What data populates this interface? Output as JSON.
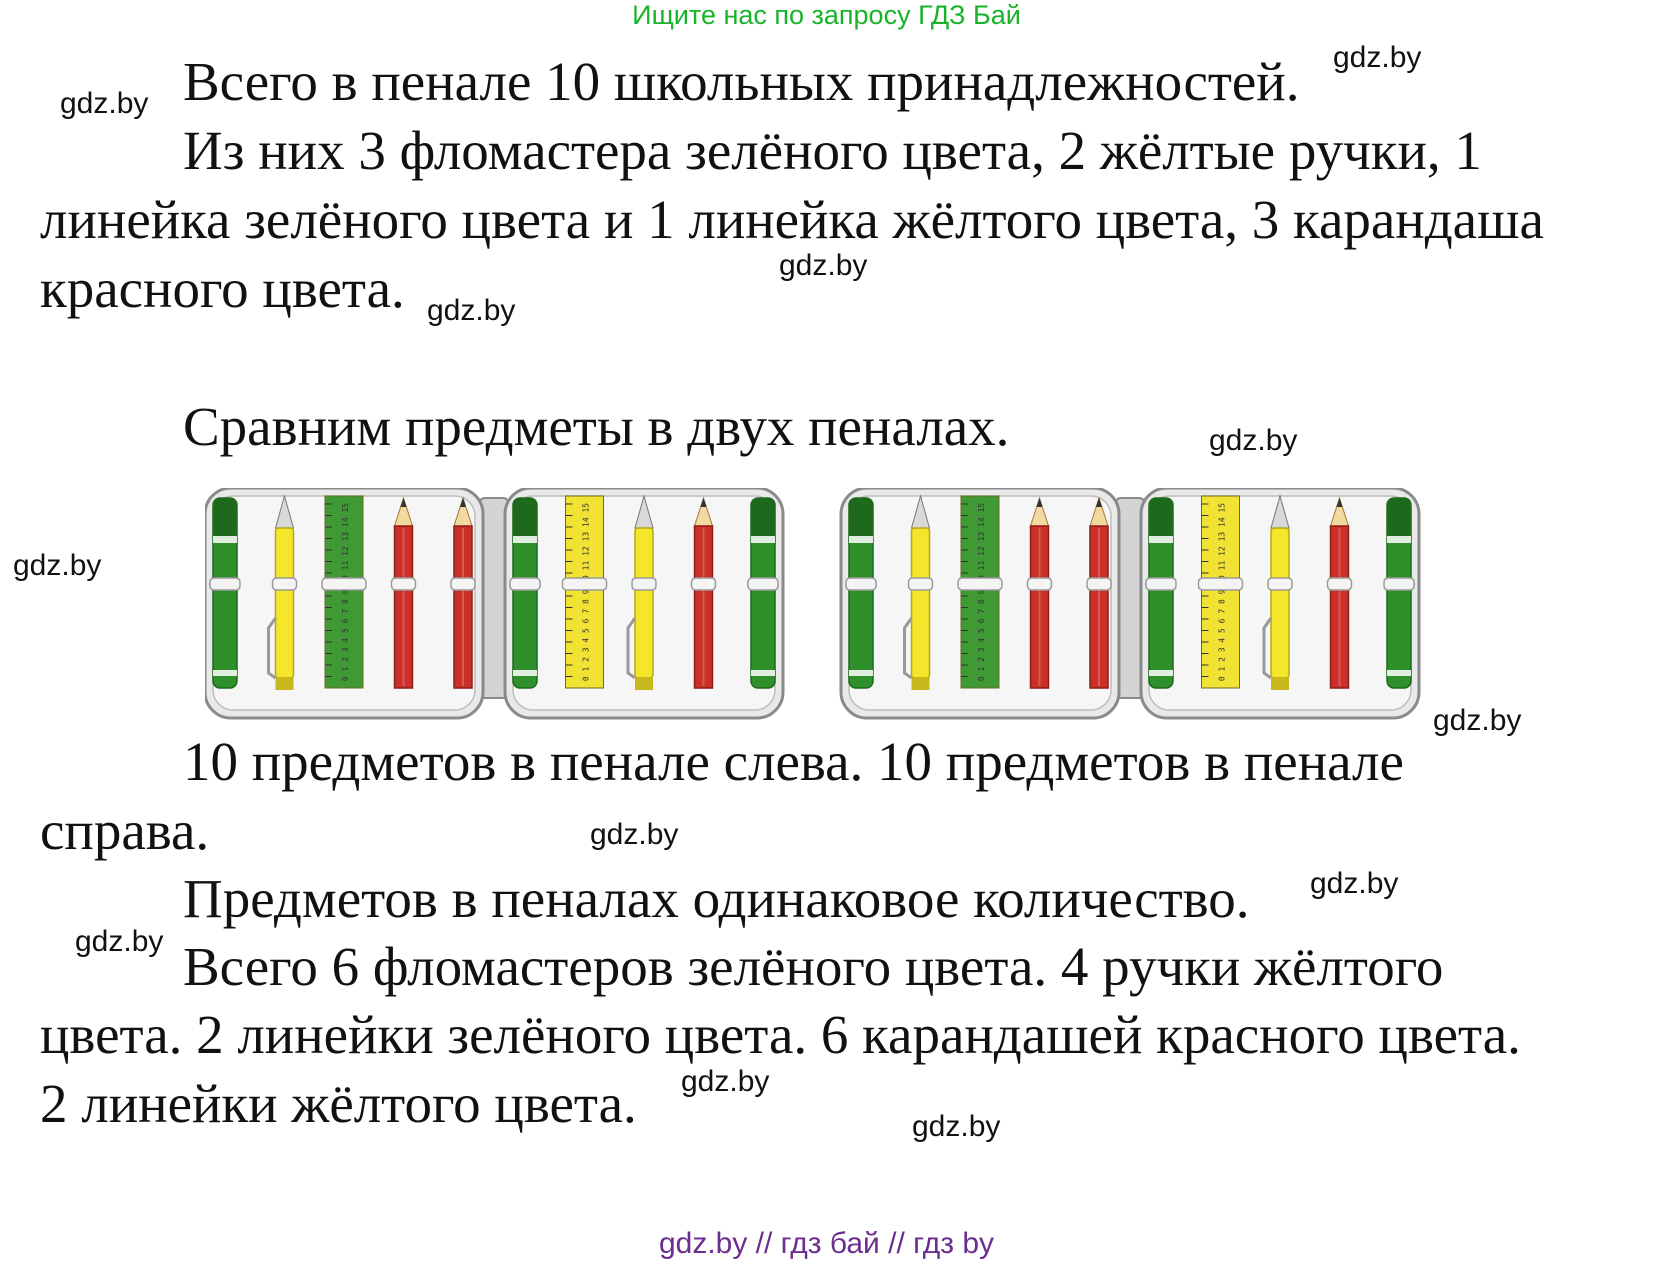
{
  "banner": "Ищите нас по запросу ГДЗ Бай",
  "paragraphs": [
    "Всего в пенале 10 школьных принадлежностей.",
    "Из них 3 фломастера зелёного цвета, 2 жёлтые ручки, 1",
    "линейка зелёного цвета и 1 линейка жёлтого цвета, 3 карандаша",
    "красного цвета.",
    "Сравним предметы в двух пеналах.",
    "10 предметов в пенале слева. 10 предметов в пенале",
    "справа.",
    "Предметов в пеналах одинаковое количество.",
    "Всего 6 фломастеров зелёного цвета. 4 ручки жёлтого",
    "цвета. 2 линейки зелёного цвета. 6 карандашей красного цвета.",
    "2 линейки жёлтого цвета."
  ],
  "watermark": "gdz.by",
  "footer": "gdz.by  //  гдз бай  //  гдз by",
  "illustration": {
    "ruler_marks": "0 1 2 3 4 5 6 7 8 9 10 11 12 13 14 15",
    "pencil_cases": [
      {
        "name": "left",
        "compartments": [
          [
            "marker",
            "pen",
            "green-ruler",
            "pencil",
            "pencil"
          ],
          [
            "marker",
            "yellow-ruler",
            "pen",
            "pencil",
            "marker"
          ]
        ]
      },
      {
        "name": "right",
        "compartments": [
          [
            "marker",
            "pen",
            "green-ruler",
            "pencil",
            "pencil"
          ],
          [
            "marker",
            "yellow-ruler",
            "pen",
            "pencil",
            "marker"
          ]
        ]
      }
    ],
    "colors": {
      "case_fill": "#e9e9e9",
      "case_stroke": "#8a8a8a",
      "marker": "#2f8f2a",
      "marker_dark": "#1e6a1c",
      "pen": "#f3e62b",
      "pencil": "#c9302a",
      "green_ruler": "#3f9a35",
      "yellow_ruler": "#f1e234",
      "band": "#f4f4f4"
    }
  }
}
